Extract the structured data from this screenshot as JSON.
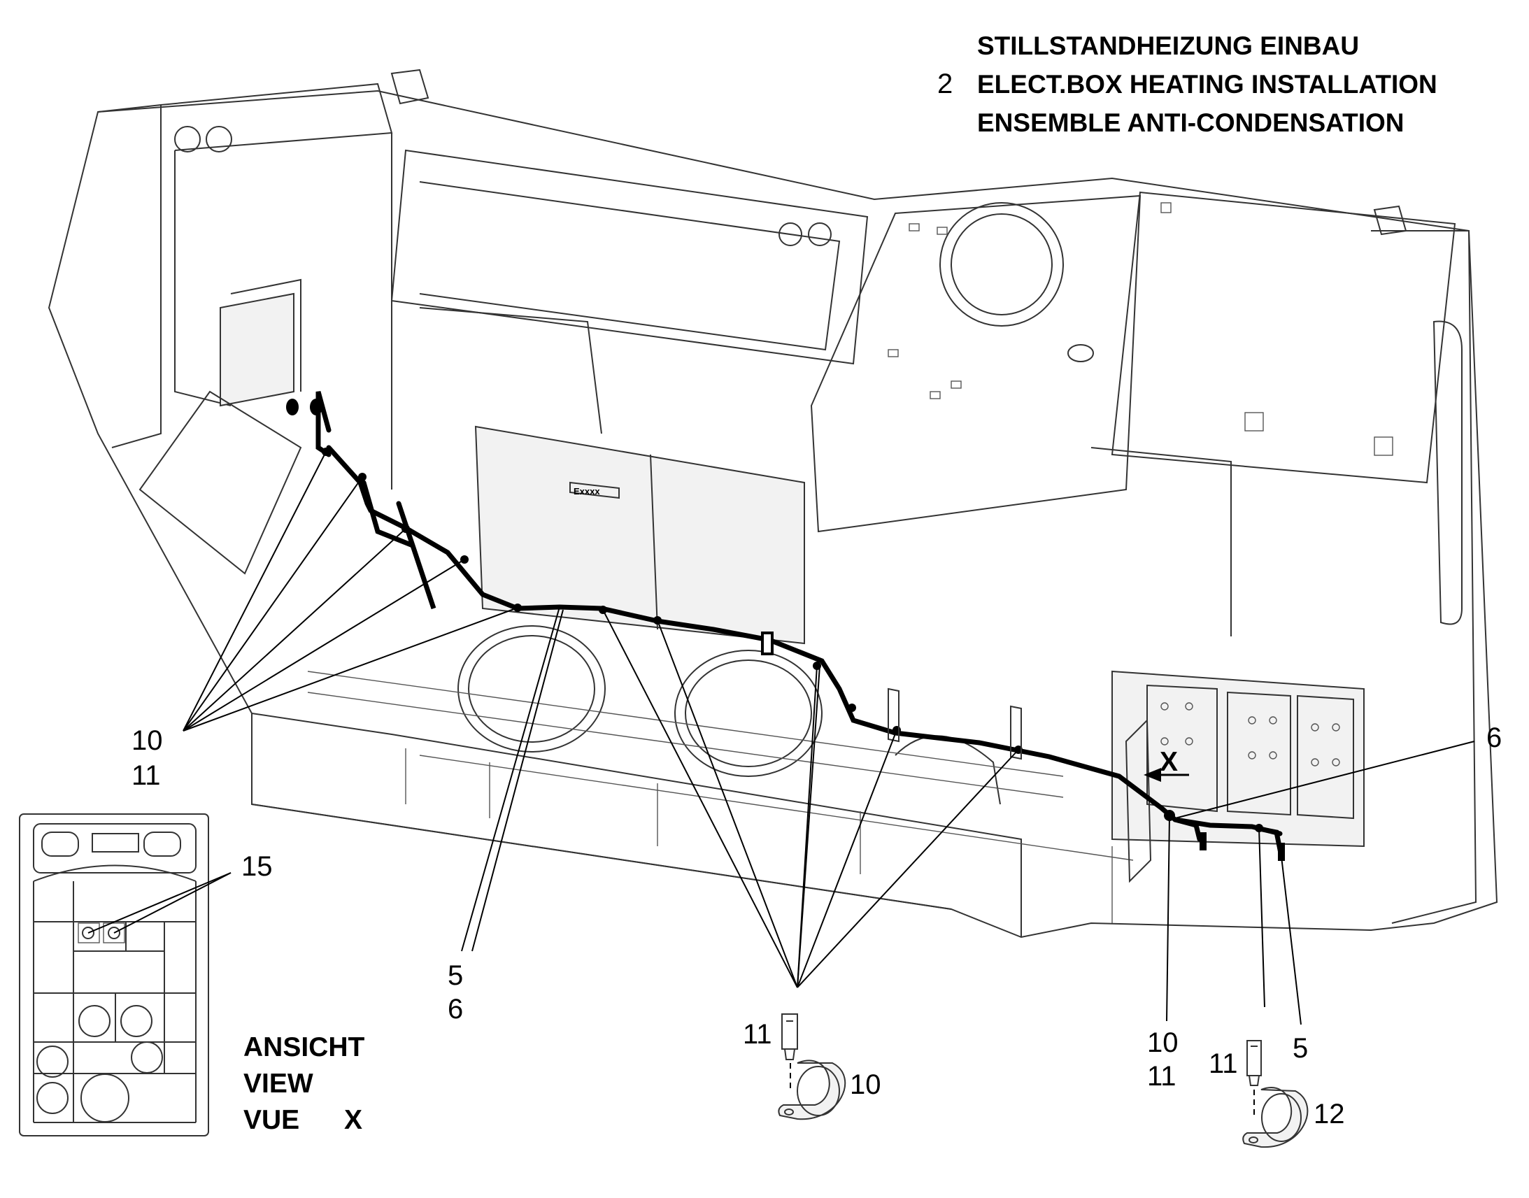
{
  "title": {
    "number": "2",
    "de": "STILLSTANDHEIZUNG EINBAU",
    "en": "ELECT.BOX HEATING INSTALLATION",
    "fr": "ENSEMBLE ANTI-CONDENSATION"
  },
  "callouts": {
    "left_clip_a": "10",
    "left_clip_b": "11",
    "mid_a": "5",
    "mid_b": "6",
    "right_top": "6",
    "right_clip_a": "10",
    "right_clip_b": "11",
    "right_cable": "5",
    "inset_label": "15"
  },
  "detail_left": {
    "screw": "11",
    "clip": "10"
  },
  "detail_right": {
    "screw": "11",
    "clip": "12"
  },
  "view_marker": "X",
  "view_caption": {
    "de": "ANSICHT",
    "en": "VIEW",
    "fr": "VUE",
    "letter": "X"
  },
  "box_logo": "Exxxx"
}
